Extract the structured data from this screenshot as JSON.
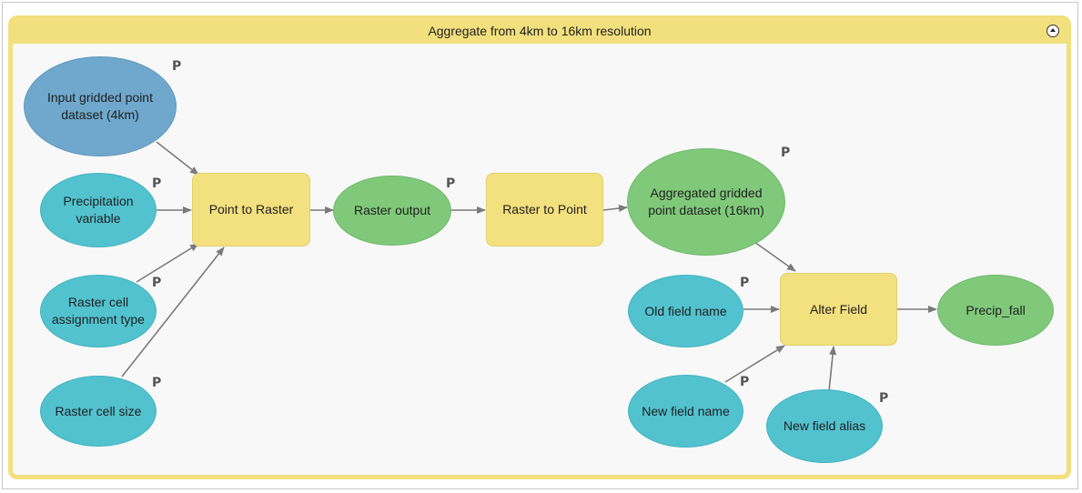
{
  "group": {
    "title": "Aggregate from 4km to 16km resolution"
  },
  "param_marker": "P",
  "nodes": {
    "input_dataset": "Input gridded point dataset (4km)",
    "precip_variable": "Precipitation variable",
    "cell_assignment": "Raster cell assignment type",
    "cell_size": "Raster cell size",
    "point_to_raster": "Point to Raster",
    "raster_output": "Raster output",
    "raster_to_point": "Raster to Point",
    "aggregated_dataset": "Aggregated gridded point dataset (16km)",
    "old_field": "Old field name",
    "new_field": "New field name",
    "new_alias": "New field alias",
    "alter_field": "Alter Field",
    "precip_fall": "Precip_fall"
  },
  "colors": {
    "dataset_input": "#6fa8cc",
    "variable_input": "#52c2cf",
    "tool": "#f3e07e",
    "output": "#80c97a",
    "group_border": "#f1e07d",
    "connector": "#7a7a7a"
  }
}
